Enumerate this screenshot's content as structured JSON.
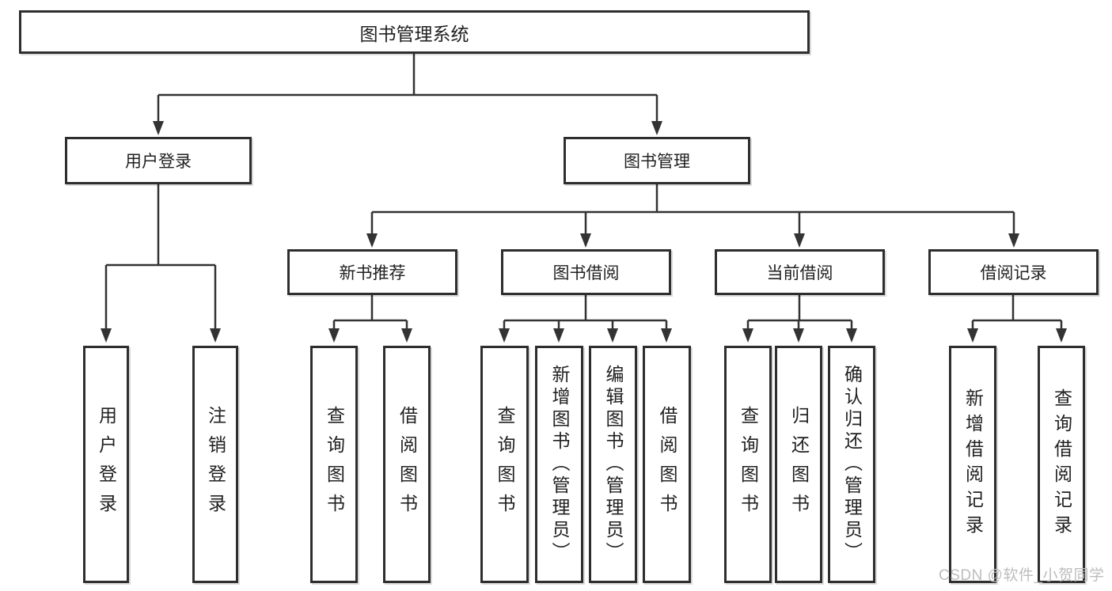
{
  "title": "图书管理系统",
  "watermark": "CSDN @软件_小贺同学",
  "colors": {
    "line": "#333333",
    "box_border": "#2e2e2e",
    "box_fill": "#ffffff",
    "text": "#212121",
    "watermark": "#bdbdbd",
    "background": "#ffffff"
  },
  "level1": {
    "login": "用户登录",
    "management": "图书管理"
  },
  "level2": {
    "recommend": "新书推荐",
    "borrow": "图书借阅",
    "current": "当前借阅",
    "records": "借阅记录"
  },
  "leaves": {
    "login": [
      "用户登录",
      "注销登录"
    ],
    "recommend": [
      "查询图书",
      "借阅图书"
    ],
    "borrow": [
      "查询图书",
      "新增图书（管理员）",
      "编辑图书（管理员）",
      "借阅图书"
    ],
    "current": [
      "查询图书",
      "归还图书",
      "确认归还（管理员）"
    ],
    "records": [
      "新增借阅记录",
      "查询借阅记录"
    ]
  }
}
